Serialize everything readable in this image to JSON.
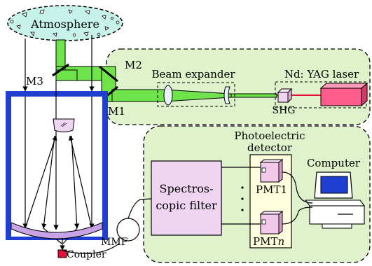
{
  "labels": {
    "atmosphere": "Atmosphere",
    "m1": "M1",
    "m2": "M2",
    "m3": "M3",
    "beam_expander": "Beam expander",
    "laser": "Nd: YAG laser",
    "shg": "SHG",
    "photoelectric_line1": "Photoelectric",
    "photoelectric_line2": "detector",
    "computer": "Computer",
    "filter_line1": "Spectros-",
    "filter_line2": "copic filter",
    "pmt1": "PMT1",
    "pmtn_prefix": "PMT",
    "pmtn_suffix": "n",
    "mmf": "MMF",
    "coupler": "Coupler"
  },
  "colors": {
    "atmosphere_fill": "#c6f2ea",
    "panel_fill": "#dff2cc",
    "beam_green": "#6fe34a",
    "laser_pink": "#ff5d8c",
    "telescope_blue": "#1f3fd0",
    "filter_fill": "#f0d5f2",
    "pmt_fill": "#f2c9ea",
    "detector_box_fill": "#ffffe0",
    "coupler_red": "#e8103a"
  }
}
